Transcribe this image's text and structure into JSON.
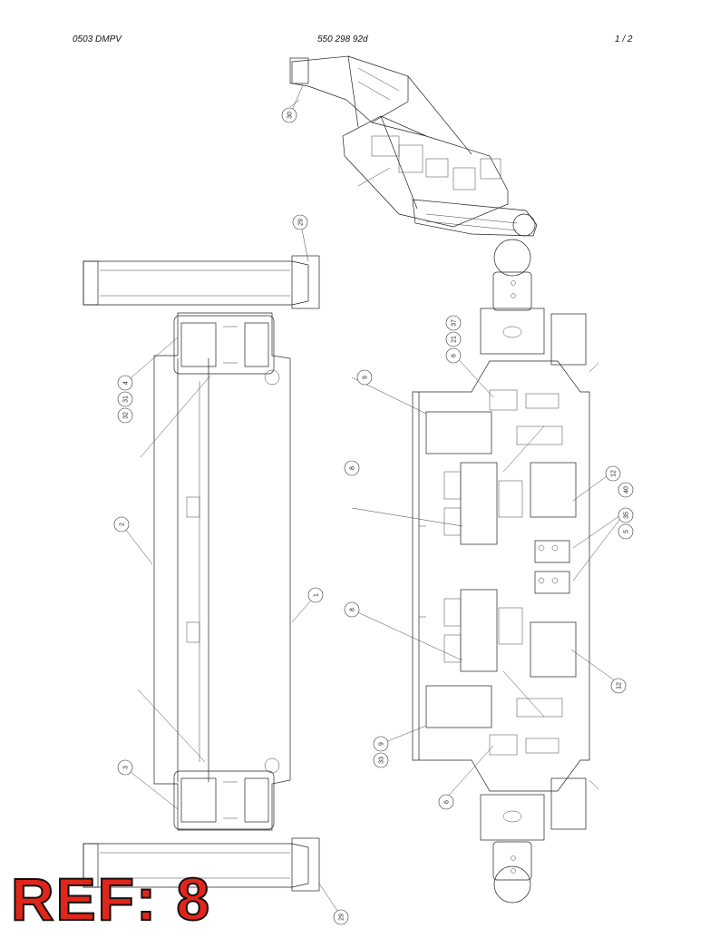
{
  "header": {
    "left": "0503 DMPV",
    "center": "550 298 92d",
    "right": "1 /   2"
  },
  "stamp": "REF: 8",
  "callouts": {
    "c30": "30",
    "c29a": "29",
    "c29b": "29",
    "c1": "1",
    "c2": "2",
    "c3": "3",
    "c4": "4",
    "c5": "5",
    "c6a": "6",
    "c6b": "6",
    "c8a": "8",
    "c8b": "8",
    "c9a": "9",
    "c9b": "9",
    "c12a": "12",
    "c12b": "12",
    "c21": "21",
    "c31": "31",
    "c32": "32",
    "c33": "33",
    "c35": "35",
    "c37": "37",
    "c40": "40"
  }
}
